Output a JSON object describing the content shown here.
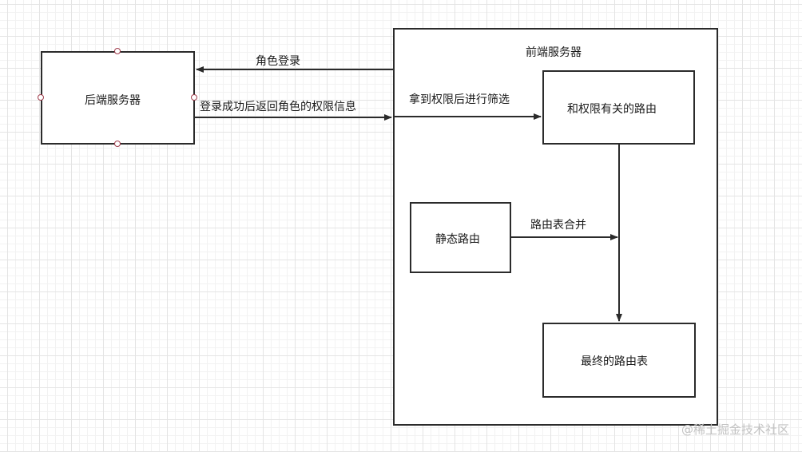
{
  "nodes": {
    "backend_server": "后端服务器",
    "frontend_server": "前端服务器",
    "permission_routes": "和权限有关的路由",
    "static_routes": "静态路由",
    "final_route_table": "最终的路由表"
  },
  "edges": {
    "role_login": "角色登录",
    "login_success_return_permissions": "登录成功后返回角色的权限信息",
    "filter_after_permissions": "拿到权限后进行筛选",
    "merge_route_tables": "路由表合并"
  },
  "watermark": "@稀土掘金技术社区",
  "colors": {
    "stroke": "#2b2b2b",
    "connection_point": "#a03c4c",
    "grid": "#e4e4e4"
  }
}
